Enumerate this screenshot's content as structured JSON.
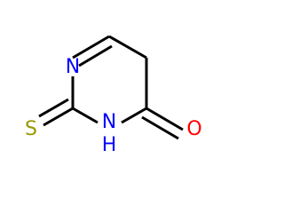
{
  "molecule": {
    "atoms": {
      "n1": {
        "label": "N",
        "color": "#0000ff"
      },
      "n3": {
        "label": "H",
        "label2": "N",
        "color": "#0000ff"
      },
      "s": {
        "label": "S",
        "color": "#999900"
      },
      "o": {
        "label": "O",
        "color": "#ff0000"
      }
    },
    "colors": {
      "bond": "#000000",
      "nitrogen": "#0000ff",
      "sulfur": "#999900",
      "oxygen": "#ff0000"
    }
  }
}
